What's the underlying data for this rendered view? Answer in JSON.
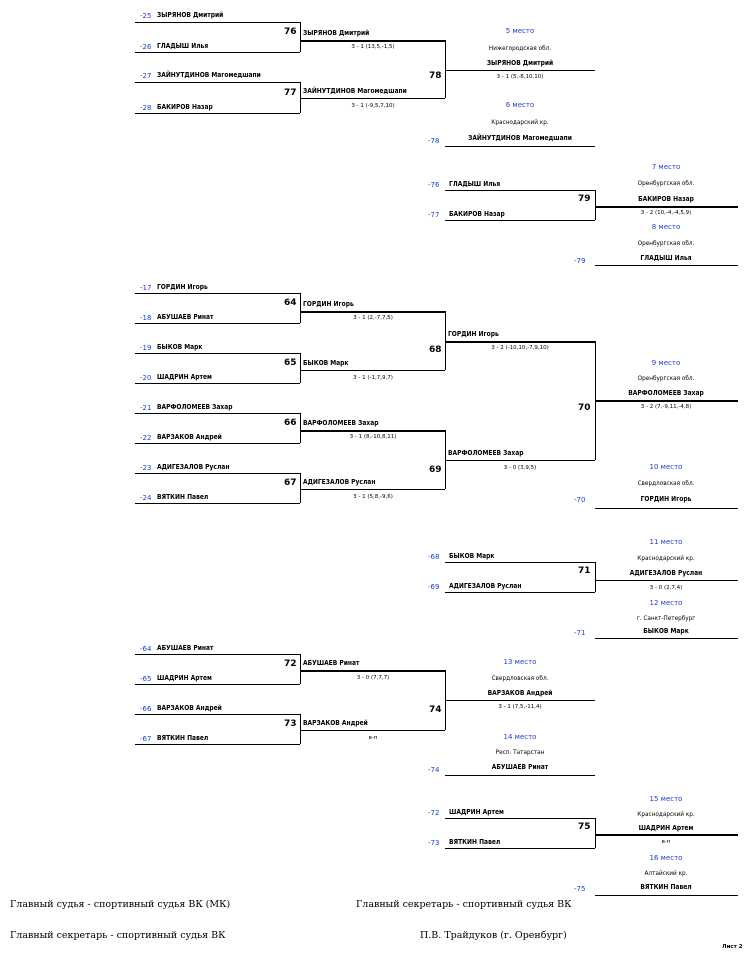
{
  "entries": [
    {
      "seed": "-25",
      "name": "ЗЫРЯНОВ Дмитрий"
    },
    {
      "seed": "-26",
      "name": "ГЛАДЫШ Илья"
    },
    {
      "seed": "-27",
      "name": "ЗАЙНУТДИНОВ Магомедшапи"
    },
    {
      "seed": "-28",
      "name": "БАКИРОВ Назар"
    },
    {
      "seed": "-76",
      "name": "ГЛАДЫШ Илья"
    },
    {
      "seed": "-77",
      "name": "БАКИРОВ Назар"
    },
    {
      "seed": "-17",
      "name": "ГОРДИН Игорь"
    },
    {
      "seed": "-18",
      "name": "АБУШАЕВ Ринат"
    },
    {
      "seed": "-19",
      "name": "БЫКОВ Марк"
    },
    {
      "seed": "-20",
      "name": "ШАДРИН Артем"
    },
    {
      "seed": "-21",
      "name": "ВАРФОЛОМЕЕВ Захар"
    },
    {
      "seed": "-22",
      "name": "ВАРЗАКОВ Андрей"
    },
    {
      "seed": "-23",
      "name": "АДИГЕЗАЛОВ Руслан"
    },
    {
      "seed": "-24",
      "name": "ВЯТКИН Павел"
    },
    {
      "seed": "-68",
      "name": "БЫКОВ Марк"
    },
    {
      "seed": "-69",
      "name": "АДИГЕЗАЛОВ Руслан"
    },
    {
      "seed": "-64",
      "name": "АБУШАЕВ Ринат"
    },
    {
      "seed": "-65",
      "name": "ШАДРИН Артем"
    },
    {
      "seed": "-66",
      "name": "ВАРЗАКОВ Андрей"
    },
    {
      "seed": "-67",
      "name": "ВЯТКИН Павел"
    },
    {
      "seed": "-72",
      "name": "ШАДРИН Артем"
    },
    {
      "seed": "-73",
      "name": "ВЯТКИН Павел"
    }
  ],
  "matches": [
    "76",
    "77",
    "78",
    "79",
    "64",
    "65",
    "66",
    "67",
    "68",
    "69",
    "70",
    "71",
    "72",
    "73",
    "74",
    "75"
  ],
  "winners": [
    {
      "name": "ЗЫРЯНОВ Дмитрий",
      "score": "3 - 1 (13,5,-1,5)"
    },
    {
      "name": "ЗАЙНУТДИНОВ Магомедшапи",
      "score": "3 - 1 (-9,5,7,10)"
    },
    {
      "name": "ГОРДИН Игорь",
      "score": "3 - 1 (2,-7,7,5)"
    },
    {
      "name": "БЫКОВ Марк",
      "score": "3 - 1 (-1,7,9,7)"
    },
    {
      "name": "ВАРФОЛОМЕЕВ Захар",
      "score": "3 - 1 (8,-10,8,11)"
    },
    {
      "name": "АДИГЕЗАЛОВ Руслан",
      "score": "3 - 1 (5,8,-9,6)"
    },
    {
      "name": "ГОРДИН Игорь",
      "score": "3 - 2 (-10,10,-7,9,10)"
    },
    {
      "name": "ВАРФОЛОМЕЕВ Захар",
      "score": "3 - 0 (3,9,5)"
    },
    {
      "name": "АБУШАЕВ Ринат",
      "score": "3 - 0 (7,7,7)"
    },
    {
      "name": "ВАРЗАКОВ Андрей",
      "score": "в-п"
    }
  ],
  "places": [
    {
      "place": "5 место",
      "region": "Нижегородская обл.",
      "name": "ЗЫРЯНОВ Дмитрий",
      "score": "3 - 1 (5,-8,10,10)"
    },
    {
      "place": "6 место",
      "region": "Краснодарский кр.",
      "name": "ЗАЙНУТДИНОВ Магомедшапи",
      "seed": "-78"
    },
    {
      "place": "7 место",
      "region": "Оренбургская обл.",
      "name": "БАКИРОВ Назар",
      "score": "3 - 2 (10,-4,-4,5,9)"
    },
    {
      "place": "8 место",
      "region": "Оренбургская обл.",
      "name": "ГЛАДЫШ Илья",
      "seed": "-79"
    },
    {
      "place": "9 место",
      "region": "Оренбургская обл.",
      "name": "ВАРФОЛОМЕЕВ Захар",
      "score": "3 - 2 (7,-9,11,-4,8)"
    },
    {
      "place": "10 место",
      "region": "Свердловская обл.",
      "name": "ГОРДИН Игорь",
      "seed": "-70"
    },
    {
      "place": "11 место",
      "region": "Краснодарский кр.",
      "name": "АДИГЕЗАЛОВ Руслан",
      "score": "3 - 0 (2,7,4)"
    },
    {
      "place": "12 место",
      "region": "г. Санкт-Петербург",
      "name": "БЫКОВ Марк",
      "seed": "-71"
    },
    {
      "place": "13 место",
      "region": "Свердловская обл.",
      "name": "ВАРЗАКОВ Андрей",
      "score": "3 - 1 (7,5,-11,4)"
    },
    {
      "place": "14 место",
      "region": "Респ. Татарстан",
      "name": "АБУШАЕВ Ринат",
      "seed": "-74"
    },
    {
      "place": "15 место",
      "region": "Краснодарский кр.",
      "name": "ШАДРИН Артем",
      "score": "в-п"
    },
    {
      "place": "16 место",
      "region": "Алтайский кр.",
      "name": "ВЯТКИН Павел",
      "seed": "-75"
    }
  ],
  "footer": {
    "judge": "Главный судья - спортивный судья ВК (МК)",
    "secretary_left": "Главный секретарь - спортивный судья ВК",
    "secretary_right": "Главный секретарь - спортивный судья ВК",
    "secretary_name": "П.В. Трайдуков (г. Оренбург)",
    "sheet": "Лист 2"
  }
}
